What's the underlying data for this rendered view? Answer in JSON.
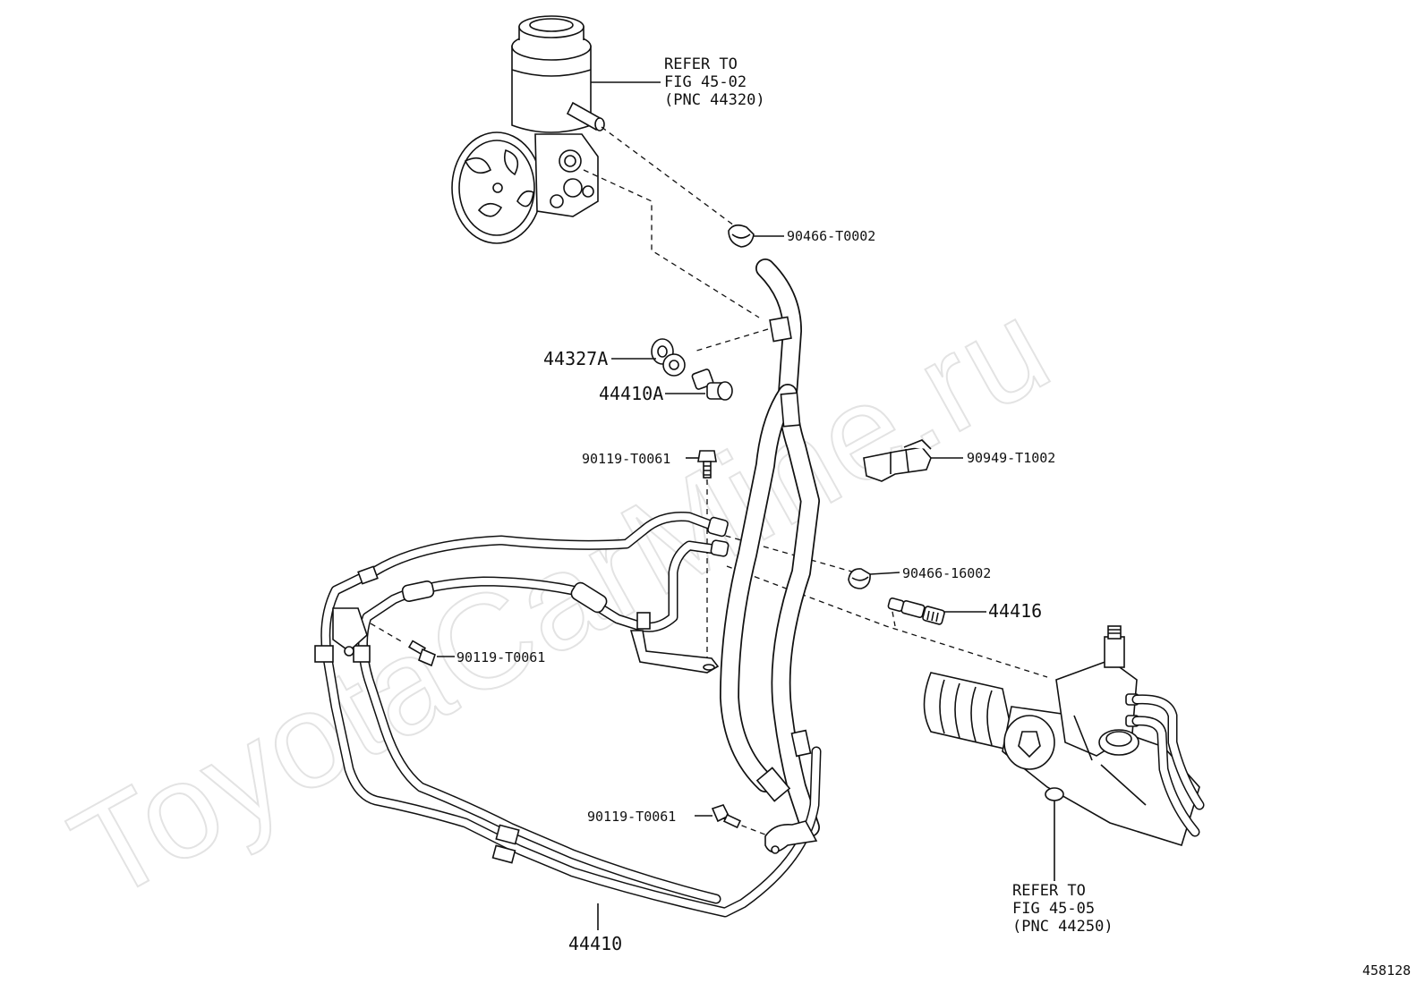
{
  "watermark": "ToyotaCarMine.ru",
  "figure_id": "458128",
  "labels": {
    "pump_ref": [
      "REFER TO",
      "FIG 45-02",
      "(PNC 44320)"
    ],
    "rack_ref": [
      "REFER TO",
      "FIG 45-05",
      "(PNC 44250)"
    ],
    "clamp_top": "90466-T0002",
    "gasket": "44327A",
    "union_bolt": "44410A",
    "bolt_upper": "90119-T0061",
    "clip": "90949-T1002",
    "clamp_mid": "90466-16002",
    "union": "44416",
    "bolt_left": "90119-T0061",
    "bolt_lower": "90119-T0061",
    "hose_assy": "44410"
  }
}
